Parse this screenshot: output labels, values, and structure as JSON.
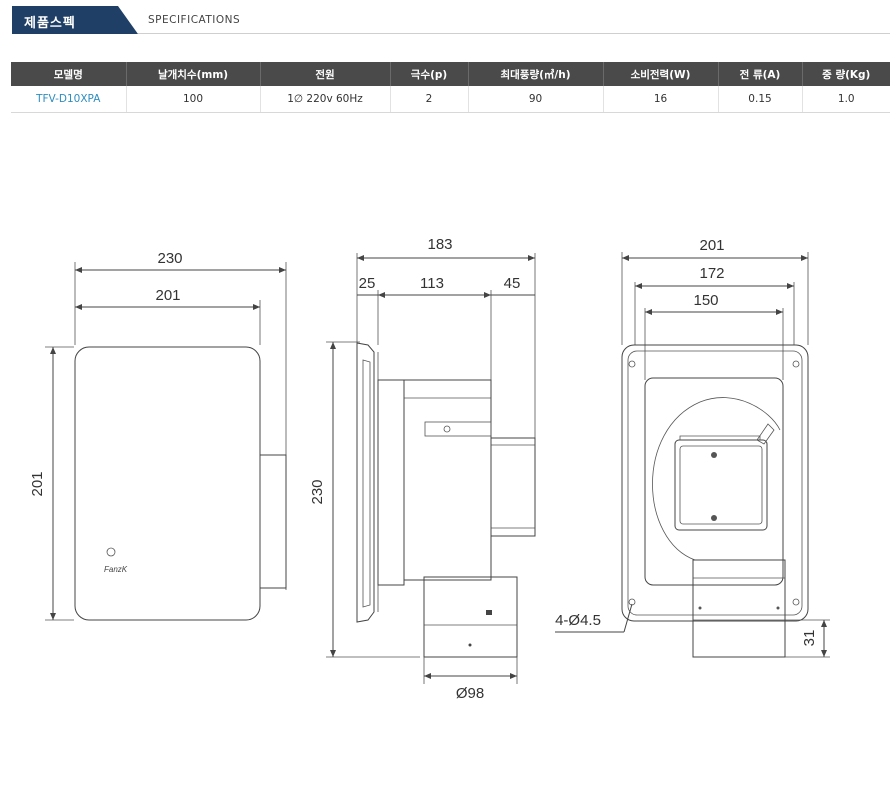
{
  "header": {
    "tab_label": "제품스펙",
    "tab_sub": "SPECIFICATIONS",
    "tab_color": "#1f3f66"
  },
  "specs": {
    "headers": [
      "모델명",
      "날개치수(mm)",
      "전원",
      "극수(p)",
      "최대풍량(㎥/h)",
      "소비전력(W)",
      "전 류(A)",
      "중 량(Kg)"
    ],
    "row": [
      "TFV-D10XPA",
      "100",
      "1∅ 220v 60Hz",
      "2",
      "90",
      "16",
      "0.15",
      "1.0"
    ]
  },
  "drawing": {
    "front": {
      "width_outer": "230",
      "width_inner": "201",
      "height": "201",
      "brand": "FanzK"
    },
    "side": {
      "depth_total": "183",
      "d1": "25",
      "d2": "113",
      "d3": "45",
      "height": "230",
      "duct": "Ø98"
    },
    "back": {
      "w1": "201",
      "w2": "172",
      "w3": "150",
      "holes": "4-Ø4.5",
      "offset": "31"
    }
  }
}
